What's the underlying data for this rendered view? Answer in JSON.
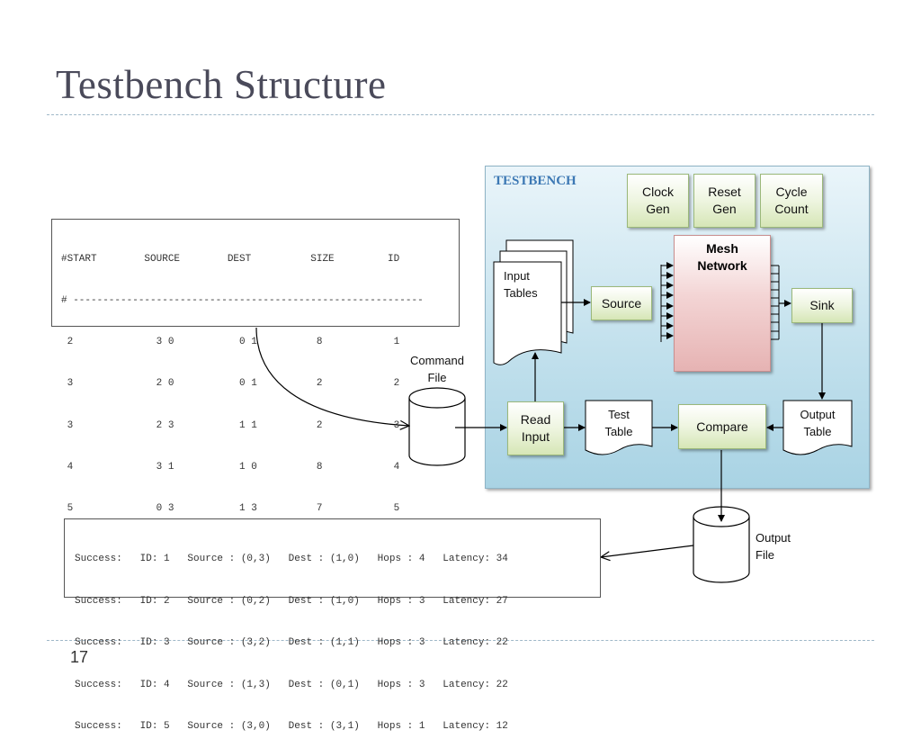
{
  "title": "Testbench Structure",
  "page_number": "17",
  "testbench_label": "TESTBENCH",
  "blocks": {
    "clock_gen": "Clock\nGen",
    "reset_gen": "Reset\nGen",
    "cycle_count": "Cycle\nCount",
    "mesh_network": "Mesh\nNetwork",
    "input_tables": "Input\nTables",
    "source": "Source",
    "sink": "Sink",
    "read_input": "Read\nInput",
    "test_table": "Test\nTable",
    "compare": "Compare",
    "output_table": "Output\nTable",
    "command_file": "Command\nFile",
    "output_file": "Output\nFile"
  },
  "command_file_text": [
    "#START        SOURCE        DEST          SIZE         ID",
    "# -----------------------------------------------------------",
    " 2              3 0           0 1          8            1",
    " 3              2 0           0 1          2            2",
    " 3              2 3           1 1          2            3",
    " 4              3 1           1 0          8            4",
    " 5              0 3           1 3          7            5"
  ],
  "output_file_text": [
    "Success:   ID: 1   Source : (0,3)   Dest : (1,0)   Hops : 4   Latency: 34",
    "Success:   ID: 2   Source : (0,2)   Dest : (1,0)   Hops : 3   Latency: 27",
    "Success:   ID: 3   Source : (3,2)   Dest : (1,1)   Hops : 3   Latency: 22",
    "Success:   ID: 4   Source : (1,3)   Dest : (0,1)   Hops : 3   Latency: 22",
    "Success:   ID: 5   Source : (3,0)   Dest : (3,1)   Hops : 1   Latency: 12"
  ]
}
